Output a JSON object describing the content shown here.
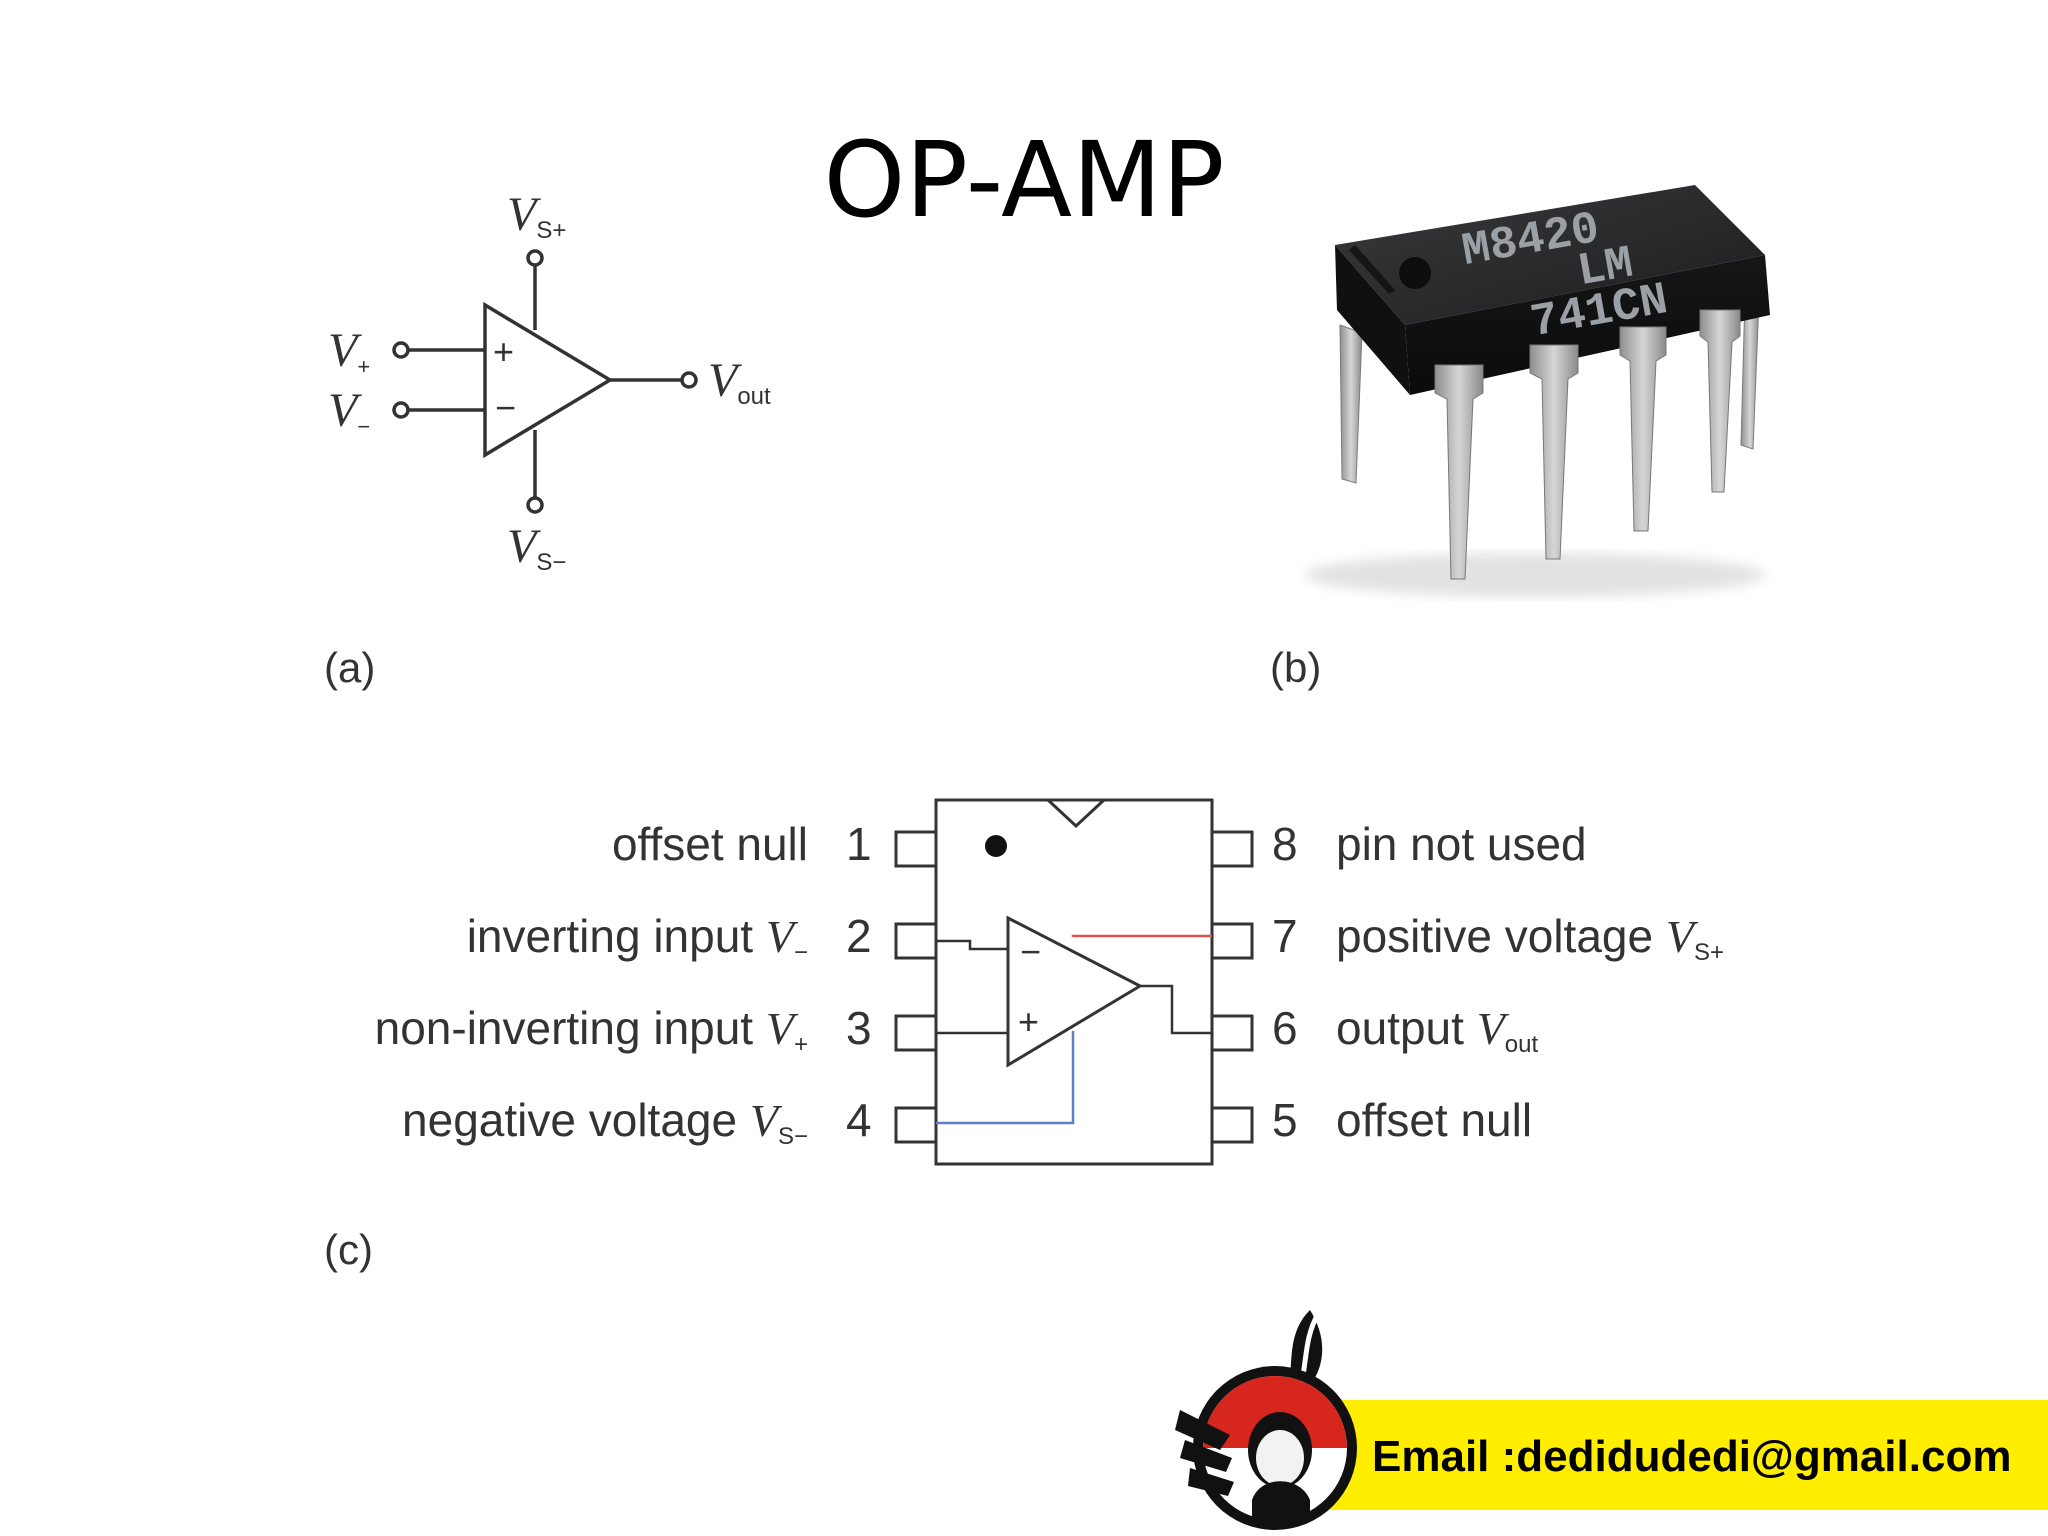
{
  "slide": {
    "title": "OP-AMP",
    "email": "Email :dedidudedi@gmail.com"
  },
  "figure_a": {
    "caption": "(a)",
    "symbol": {
      "supply_pos": {
        "main": "V",
        "sub": "S+"
      },
      "supply_neg": {
        "main": "V",
        "sub": "S−"
      },
      "input_pos": {
        "main": "V",
        "sub": "+"
      },
      "input_neg": {
        "main": "V",
        "sub": "−"
      },
      "output": {
        "main": "V",
        "sub": "out"
      },
      "plus_sign": "+",
      "minus_sign": "−"
    }
  },
  "figure_b": {
    "caption": "(b)",
    "chip_marking": {
      "line1": "M8420",
      "line2": "LM",
      "line3": "741CN"
    }
  },
  "figure_c": {
    "caption": "(c)",
    "pins_left": [
      {
        "num": "1",
        "label": "offset null",
        "sym": "",
        "sub": ""
      },
      {
        "num": "2",
        "label": "inverting input ",
        "sym": "V",
        "sub": "−"
      },
      {
        "num": "3",
        "label": "non-inverting input ",
        "sym": "V",
        "sub": "+"
      },
      {
        "num": "4",
        "label": "negative voltage ",
        "sym": "V",
        "sub": "S−"
      }
    ],
    "pins_right": [
      {
        "num": "8",
        "label": "pin not used",
        "sym": "",
        "sub": ""
      },
      {
        "num": "7",
        "label": "positive voltage ",
        "sym": "V",
        "sub": "S+"
      },
      {
        "num": "6",
        "label": "output ",
        "sym": "V",
        "sub": "out"
      },
      {
        "num": "5",
        "label": "offset null",
        "sym": "",
        "sub": ""
      }
    ],
    "plus_sign": "+",
    "minus_sign": "−",
    "colors": {
      "vs_pos_wire": "#d9534f",
      "vs_neg_wire": "#5b7fbf"
    }
  }
}
